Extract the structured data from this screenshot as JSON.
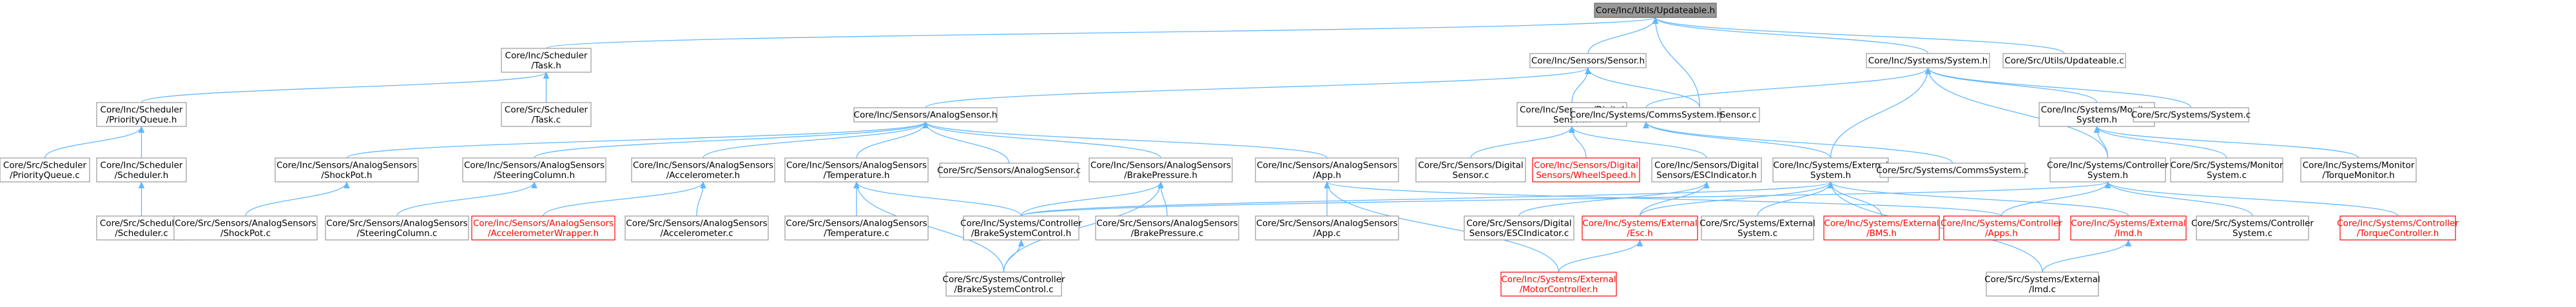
{
  "nodes": [
    {
      "id": "n_updateable_h",
      "lines": [
        "Core/Inc/Utils/Updateable.h"
      ],
      "style": "root"
    },
    {
      "id": "n_task_h",
      "lines": [
        "Core/Inc/Scheduler",
        "/Task.h"
      ]
    },
    {
      "id": "n_sensor_h",
      "lines": [
        "Core/Inc/Sensors/Sensor.h"
      ]
    },
    {
      "id": "n_system_h",
      "lines": [
        "Core/Inc/Systems/System.h"
      ]
    },
    {
      "id": "n_updateable_c",
      "lines": [
        "Core/Src/Utils/Updateable.c"
      ]
    },
    {
      "id": "n_pq_h",
      "lines": [
        "Core/Inc/Scheduler",
        "/PriorityQueue.h"
      ]
    },
    {
      "id": "n_task_c",
      "lines": [
        "Core/Src/Scheduler",
        "/Task.c"
      ]
    },
    {
      "id": "n_analogsensor_h",
      "lines": [
        "Core/Inc/Sensors/AnalogSensor.h"
      ]
    },
    {
      "id": "n_digitalsensor_h",
      "lines": [
        "Core/Inc/Sensors/Digital",
        "Sensor.h"
      ]
    },
    {
      "id": "n_sensor_c",
      "lines": [
        "Core/Src/Sensors/Sensor.c"
      ]
    },
    {
      "id": "n_commssystem_h",
      "lines": [
        "Core/Inc/Systems/CommsSystem.h"
      ]
    },
    {
      "id": "n_monitor_h",
      "lines": [
        "Core/Inc/Systems/Monitor",
        "System.h"
      ]
    },
    {
      "id": "n_system_c",
      "lines": [
        "Core/Src/Systems/System.c"
      ]
    },
    {
      "id": "n_pq_c",
      "lines": [
        "Core/Src/Scheduler",
        "/PriorityQueue.c"
      ]
    },
    {
      "id": "n_scheduler_h",
      "lines": [
        "Core/Inc/Scheduler",
        "/Scheduler.h"
      ]
    },
    {
      "id": "n_shockpot_h",
      "lines": [
        "Core/Inc/Sensors/AnalogSensors",
        "/ShockPot.h"
      ]
    },
    {
      "id": "n_steering_h",
      "lines": [
        "Core/Inc/Sensors/AnalogSensors",
        "/SteeringColumn.h"
      ]
    },
    {
      "id": "n_accel_h",
      "lines": [
        "Core/Inc/Sensors/AnalogSensors",
        "/Accelerometer.h"
      ]
    },
    {
      "id": "n_temp_h",
      "lines": [
        "Core/Inc/Sensors/AnalogSensors",
        "/Temperature.h"
      ]
    },
    {
      "id": "n_analogsensor_c",
      "lines": [
        "Core/Src/Sensors/AnalogSensor.c"
      ]
    },
    {
      "id": "n_brakep_h",
      "lines": [
        "Core/Inc/Sensors/AnalogSensors",
        "/BrakePressure.h"
      ]
    },
    {
      "id": "n_app_h",
      "lines": [
        "Core/Inc/Sensors/AnalogSensors",
        "/App.h"
      ]
    },
    {
      "id": "n_digitalsensor_c",
      "lines": [
        "Core/Src/Sensors/Digital",
        "Sensor.c"
      ]
    },
    {
      "id": "n_wheelspeed_h",
      "lines": [
        "Core/Inc/Sensors/Digital",
        "Sensors/WheelSpeed.h"
      ],
      "style": "missing"
    },
    {
      "id": "n_esc_ind_h",
      "lines": [
        "Core/Inc/Sensors/Digital",
        "Sensors/ESCIndicator.h"
      ]
    },
    {
      "id": "n_external_h",
      "lines": [
        "Core/Inc/Systems/External",
        "System.h"
      ]
    },
    {
      "id": "n_commssystem_c",
      "lines": [
        "Core/Src/Systems/CommsSystem.c"
      ]
    },
    {
      "id": "n_controller_h",
      "lines": [
        "Core/Inc/Systems/Controller",
        "System.h"
      ]
    },
    {
      "id": "n_monitor_c",
      "lines": [
        "Core/Src/Systems/Monitor",
        "System.c"
      ]
    },
    {
      "id": "n_torquemon_h",
      "lines": [
        "Core/Inc/Systems/Monitor",
        "/TorqueMonitor.h"
      ]
    },
    {
      "id": "n_scheduler_c",
      "lines": [
        "Core/Src/Scheduler",
        "/Scheduler.c"
      ]
    },
    {
      "id": "n_shockpot_c",
      "lines": [
        "Core/Src/Sensors/AnalogSensors",
        "/ShockPot.c"
      ]
    },
    {
      "id": "n_steering_c",
      "lines": [
        "Core/Src/Sensors/AnalogSensors",
        "/SteeringColumn.c"
      ]
    },
    {
      "id": "n_accelwrap_h",
      "lines": [
        "Core/Inc/Sensors/AnalogSensors",
        "/AccelerometerWrapper.h"
      ],
      "style": "missing"
    },
    {
      "id": "n_accel_c",
      "lines": [
        "Core/Src/Sensors/AnalogSensors",
        "/Accelerometer.c"
      ]
    },
    {
      "id": "n_temp_c",
      "lines": [
        "Core/Src/Sensors/AnalogSensors",
        "/Temperature.c"
      ]
    },
    {
      "id": "n_bsc_h",
      "lines": [
        "Core/Inc/Systems/Controller",
        "/BrakeSystemControl.h"
      ]
    },
    {
      "id": "n_brakep_c",
      "lines": [
        "Core/Src/Sensors/AnalogSensors",
        "/BrakePressure.c"
      ]
    },
    {
      "id": "n_app_c",
      "lines": [
        "Core/Src/Sensors/AnalogSensors",
        "/App.c"
      ]
    },
    {
      "id": "n_esc_ind_c",
      "lines": [
        "Core/Src/Sensors/Digital",
        "Sensors/ESCIndicator.c"
      ]
    },
    {
      "id": "n_esc_h",
      "lines": [
        "Core/Inc/Systems/External",
        "/Esc.h"
      ],
      "style": "missing"
    },
    {
      "id": "n_external_c",
      "lines": [
        "Core/Src/Systems/External",
        "System.c"
      ]
    },
    {
      "id": "n_bms_h",
      "lines": [
        "Core/Inc/Systems/External",
        "/BMS.h"
      ],
      "style": "missing"
    },
    {
      "id": "n_apps_h",
      "lines": [
        "Core/Inc/Systems/Controller",
        "/Apps.h"
      ],
      "style": "missing"
    },
    {
      "id": "n_imd_h",
      "lines": [
        "Core/Inc/Systems/External",
        "/Imd.h"
      ],
      "style": "missing"
    },
    {
      "id": "n_controller_c",
      "lines": [
        "Core/Src/Systems/Controller",
        "System.c"
      ]
    },
    {
      "id": "n_torquectl_h",
      "lines": [
        "Core/Inc/Systems/Controller",
        "/TorqueController.h"
      ],
      "style": "missing"
    },
    {
      "id": "n_bsc_c",
      "lines": [
        "Core/Src/Systems/Controller",
        "/BrakeSystemControl.c"
      ]
    },
    {
      "id": "n_motorctl_h",
      "lines": [
        "Core/Inc/Systems/External",
        "/MotorController.h"
      ],
      "style": "missing"
    },
    {
      "id": "n_imd_c",
      "lines": [
        "Core/Src/Systems/External",
        "/Imd.c"
      ]
    }
  ],
  "edges": [
    [
      "n_updateable_h",
      "n_task_h"
    ],
    [
      "n_updateable_h",
      "n_sensor_h"
    ],
    [
      "n_updateable_h",
      "n_system_h"
    ],
    [
      "n_updateable_h",
      "n_updateable_c"
    ],
    [
      "n_updateable_h",
      "n_sensor_c"
    ],
    [
      "n_task_h",
      "n_pq_h"
    ],
    [
      "n_task_h",
      "n_task_c"
    ],
    [
      "n_pq_h",
      "n_pq_c"
    ],
    [
      "n_pq_h",
      "n_scheduler_h"
    ],
    [
      "n_scheduler_h",
      "n_scheduler_c"
    ],
    [
      "n_sensor_h",
      "n_analogsensor_h"
    ],
    [
      "n_sensor_h",
      "n_digitalsensor_h"
    ],
    [
      "n_sensor_h",
      "n_sensor_c"
    ],
    [
      "n_system_h",
      "n_commssystem_h"
    ],
    [
      "n_system_h",
      "n_monitor_h"
    ],
    [
      "n_system_h",
      "n_system_c"
    ],
    [
      "n_system_h",
      "n_external_h"
    ],
    [
      "n_system_h",
      "n_controller_h"
    ],
    [
      "n_analogsensor_h",
      "n_shockpot_h"
    ],
    [
      "n_analogsensor_h",
      "n_steering_h"
    ],
    [
      "n_analogsensor_h",
      "n_accel_h"
    ],
    [
      "n_analogsensor_h",
      "n_temp_h"
    ],
    [
      "n_analogsensor_h",
      "n_analogsensor_c"
    ],
    [
      "n_analogsensor_h",
      "n_brakep_h"
    ],
    [
      "n_analogsensor_h",
      "n_app_h"
    ],
    [
      "n_digitalsensor_h",
      "n_digitalsensor_c"
    ],
    [
      "n_digitalsensor_h",
      "n_wheelspeed_h"
    ],
    [
      "n_digitalsensor_h",
      "n_esc_ind_h"
    ],
    [
      "n_shockpot_h",
      "n_shockpot_c"
    ],
    [
      "n_steering_h",
      "n_steering_c"
    ],
    [
      "n_accel_h",
      "n_accelwrap_h"
    ],
    [
      "n_accel_h",
      "n_accel_c"
    ],
    [
      "n_temp_h",
      "n_temp_c"
    ],
    [
      "n_temp_h",
      "n_bsc_h"
    ],
    [
      "n_temp_h",
      "n_bsc_c"
    ],
    [
      "n_brakep_h",
      "n_brakep_c"
    ],
    [
      "n_brakep_h",
      "n_bsc_h"
    ],
    [
      "n_brakep_h",
      "n_bsc_c"
    ],
    [
      "n_app_h",
      "n_app_c"
    ],
    [
      "n_app_h",
      "n_apps_h"
    ],
    [
      "n_app_h",
      "n_motorctl_h"
    ],
    [
      "n_esc_ind_h",
      "n_esc_ind_c"
    ],
    [
      "n_esc_ind_h",
      "n_esc_h"
    ],
    [
      "n_commssystem_h",
      "n_commssystem_c"
    ],
    [
      "n_commssystem_h",
      "n_external_h"
    ],
    [
      "n_monitor_h",
      "n_monitor_c"
    ],
    [
      "n_monitor_h",
      "n_torquemon_h"
    ],
    [
      "n_monitor_h",
      "n_controller_h"
    ],
    [
      "n_external_h",
      "n_external_c"
    ],
    [
      "n_external_h",
      "n_esc_h"
    ],
    [
      "n_external_h",
      "n_bms_h"
    ],
    [
      "n_external_h",
      "n_imd_h"
    ],
    [
      "n_external_h",
      "n_imd_c"
    ],
    [
      "n_external_h",
      "n_bsc_h"
    ],
    [
      "n_esc_h",
      "n_motorctl_h"
    ],
    [
      "n_imd_h",
      "n_imd_c"
    ],
    [
      "n_controller_h",
      "n_apps_h"
    ],
    [
      "n_controller_h",
      "n_controller_c"
    ],
    [
      "n_controller_h",
      "n_torquectl_h"
    ],
    [
      "n_controller_h",
      "n_bsc_h"
    ],
    [
      "n_bsc_h",
      "n_bsc_c"
    ]
  ],
  "colors": {
    "edge": "#63b8ff",
    "node_border": "#999999",
    "root_fill": "#999999",
    "missing_text": "#ff0000"
  }
}
